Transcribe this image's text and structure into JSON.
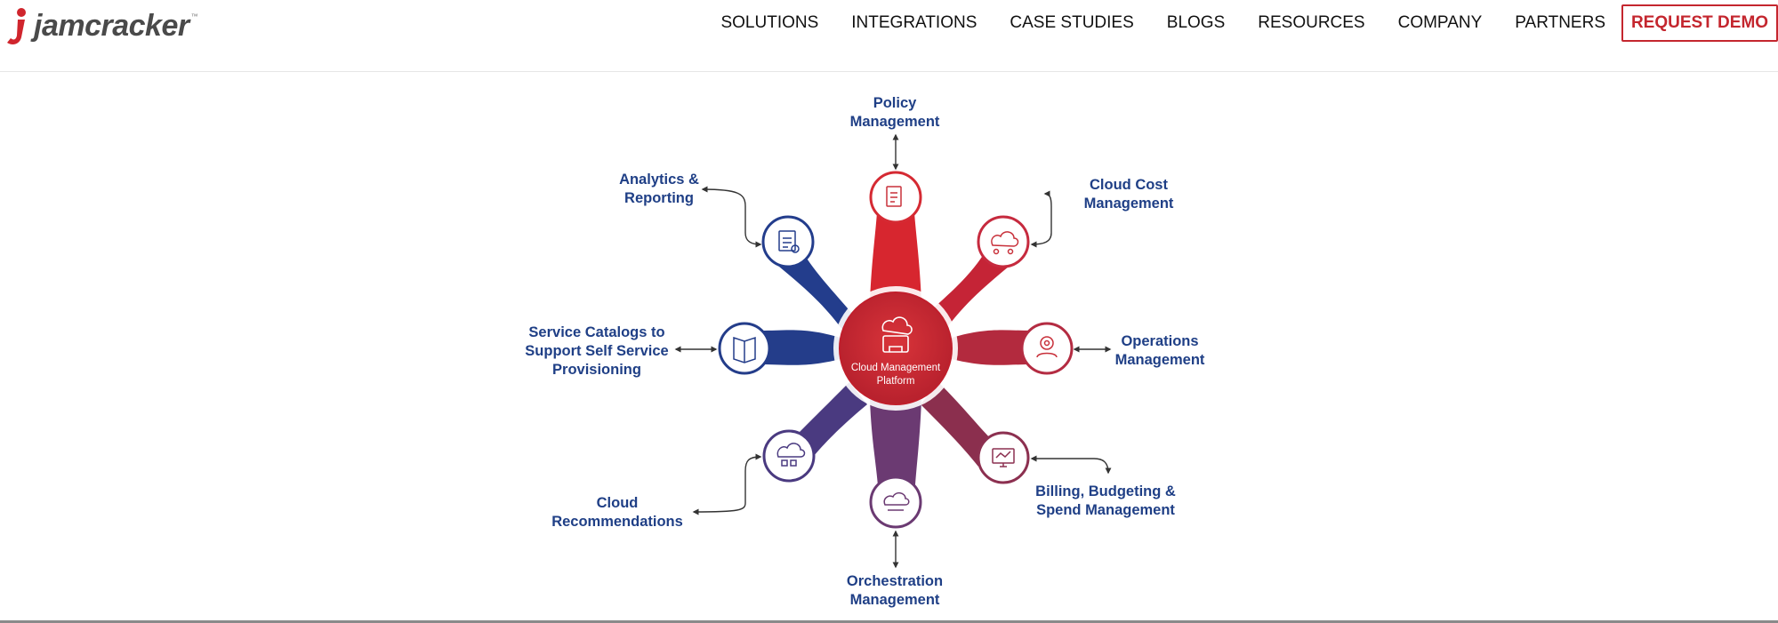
{
  "header": {
    "logo_text": "jamcracker",
    "logo_tm": "™",
    "nav": [
      "SOLUTIONS",
      "INTEGRATIONS",
      "CASE STUDIES",
      "BLOGS",
      "RESOURCES",
      "COMPANY",
      "PARTNERS"
    ],
    "cta": "REQUEST DEMO"
  },
  "diagram": {
    "center_label": "Cloud Management\nPlatform",
    "nodes": [
      {
        "label": "Policy\nManagement",
        "icon": "policy-document-icon"
      },
      {
        "label": "Cloud Cost\nManagement",
        "icon": "cloud-cost-icon"
      },
      {
        "label": "Operations\nManagement",
        "icon": "gear-people-icon"
      },
      {
        "label": "Billing, Budgeting &\nSpend Management",
        "icon": "billing-monitor-icon"
      },
      {
        "label": "Orchestration\nManagement",
        "icon": "orchestration-icon"
      },
      {
        "label": "Cloud\nRecommendations",
        "icon": "cloud-recommendation-icon"
      },
      {
        "label": "Service Catalogs to\nSupport Self Service\nProvisioning",
        "icon": "catalog-book-icon"
      },
      {
        "label": "Analytics &\nReporting",
        "icon": "analytics-report-icon"
      }
    ],
    "colors": {
      "red": "#d32a33",
      "blue": "#233d8c",
      "purple": "#5a3a7a",
      "label": "#1f3f86"
    }
  }
}
